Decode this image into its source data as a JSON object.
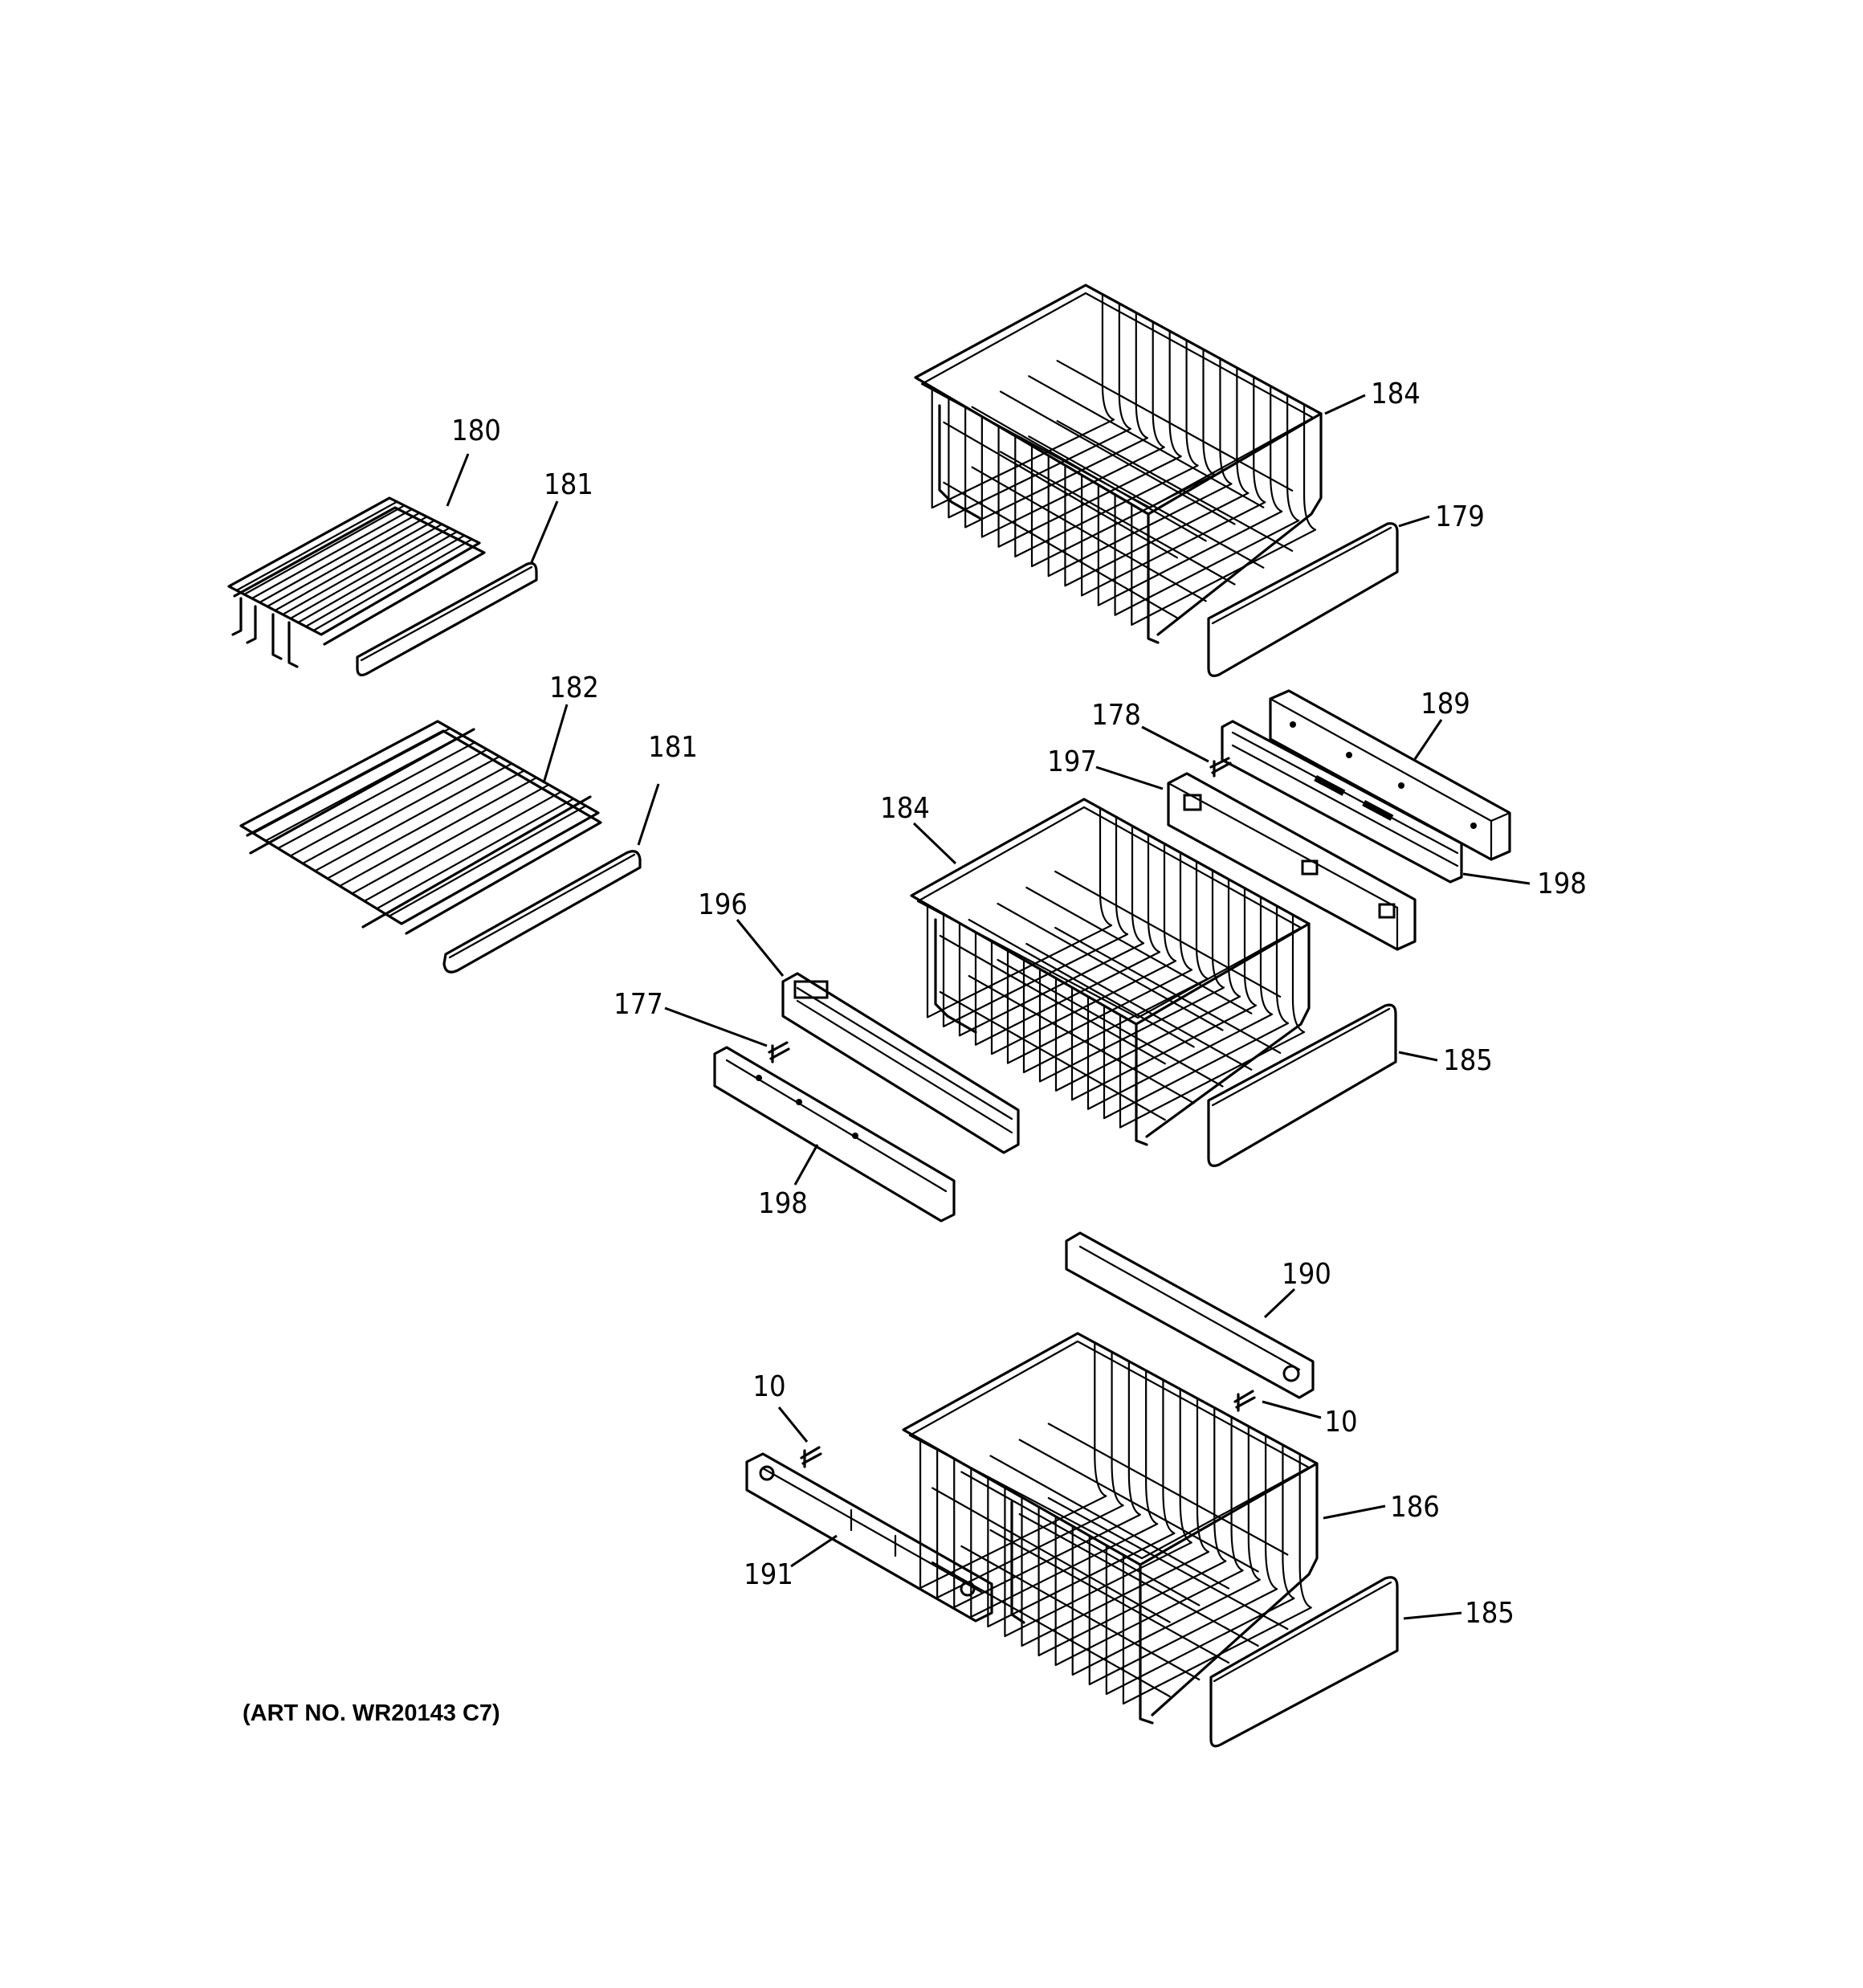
{
  "art_number": "(ART NO. WR20143 C7)",
  "callouts": [
    {
      "id": "callout-180",
      "label": "180"
    },
    {
      "id": "callout-181-upper",
      "label": "181"
    },
    {
      "id": "callout-182",
      "label": "182"
    },
    {
      "id": "callout-181-lower",
      "label": "181"
    },
    {
      "id": "callout-184-top",
      "label": "184"
    },
    {
      "id": "callout-179",
      "label": "179"
    },
    {
      "id": "callout-178",
      "label": "178"
    },
    {
      "id": "callout-189",
      "label": "189"
    },
    {
      "id": "callout-197",
      "label": "197"
    },
    {
      "id": "callout-184-middle",
      "label": "184"
    },
    {
      "id": "callout-198-right",
      "label": "198"
    },
    {
      "id": "callout-196",
      "label": "196"
    },
    {
      "id": "callout-177",
      "label": "177"
    },
    {
      "id": "callout-185-middle",
      "label": "185"
    },
    {
      "id": "callout-198-left",
      "label": "198"
    },
    {
      "id": "callout-190",
      "label": "190"
    },
    {
      "id": "callout-10-left",
      "label": "10"
    },
    {
      "id": "callout-10-right",
      "label": "10"
    },
    {
      "id": "callout-186",
      "label": "186"
    },
    {
      "id": "callout-191",
      "label": "191"
    },
    {
      "id": "callout-185-bottom",
      "label": "185"
    }
  ]
}
